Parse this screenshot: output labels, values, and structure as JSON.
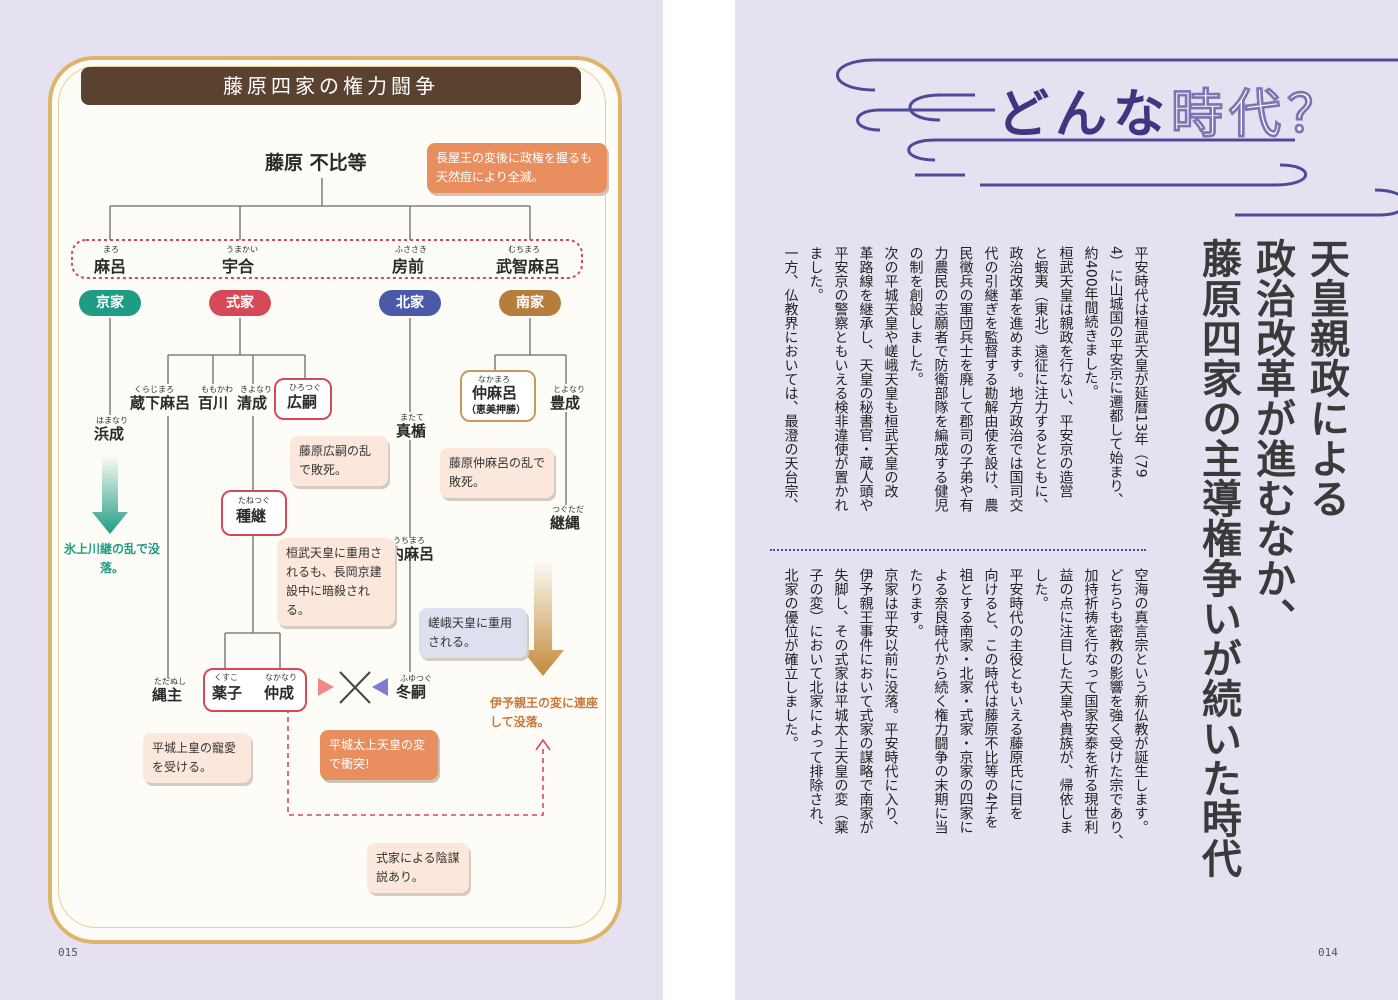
{
  "left": {
    "chart_title": "藤原四家の権力闘争",
    "page_number": "015",
    "patriarch": "藤原 不比等",
    "founders": [
      {
        "name": "麻呂",
        "ruby": "まろ"
      },
      {
        "name": "宇合",
        "ruby": "うまかい"
      },
      {
        "name": "房前",
        "ruby": "ふささき"
      },
      {
        "name": "武智麻呂",
        "ruby": "むちまろ"
      }
    ],
    "houses": [
      "京家",
      "式家",
      "北家",
      "南家"
    ],
    "persons": {
      "hamanari": {
        "name": "浜成",
        "ruby": "はまなり"
      },
      "kurajimaro": {
        "name": "蔵下麻呂",
        "ruby": "くらじまろ"
      },
      "momokawa": {
        "name": "百川",
        "ruby": "ももかわ"
      },
      "kiyonari": {
        "name": "清成",
        "ruby": "きよなり"
      },
      "hirotsugu": {
        "name": "広嗣",
        "ruby": "ひろつぐ"
      },
      "tanetsugu": {
        "name": "種継",
        "ruby": "たねつぐ"
      },
      "tadanushi": {
        "name": "縄主",
        "ruby": "ただぬし"
      },
      "kusuko": {
        "name": "薬子",
        "ruby": "くすこ"
      },
      "nakanari": {
        "name": "仲成",
        "ruby": "なかなり"
      },
      "matate": {
        "name": "真楯",
        "ruby": "またて"
      },
      "uchimaro": {
        "name": "内麻呂",
        "ruby": "うちまろ"
      },
      "fuyutsugu": {
        "name": "冬嗣",
        "ruby": "ふゆつぐ"
      },
      "nakamaro": {
        "name": "仲麻呂",
        "ruby": "なかまろ",
        "alias": "（恵美押勝）"
      },
      "toyonari": {
        "name": "豊成",
        "ruby": "とよなり"
      },
      "tsugutada": {
        "name": "継縄",
        "ruby": "つぐただ"
      }
    },
    "notes": {
      "nagaya": "長屋王の変後に政権を握るも天然痘により全滅。",
      "hirotsugu": "藤原広嗣の乱で敗死。",
      "nakamaro": "藤原仲麻呂の乱で敗死。",
      "hikami": "氷上川継の乱で没落。",
      "tanetsugu": "桓武天皇に重用されるも、長岡京建設中に暗殺される。",
      "saga": "嵯峨天皇に重用される。",
      "iyo": "伊予親王の変に連座して没落。",
      "kusuko": "平城上皇の寵愛を受ける。",
      "heizei": "平城太上天皇の変で衝突!",
      "conspiracy": "式家による陰謀説あり。"
    },
    "colors": {
      "kyo": "#1e9d84",
      "shiki": "#d64a58",
      "hoku": "#4a5aa8",
      "nan": "#b57d3e",
      "frame": "#ddb56a",
      "title_bg": "#5b4130"
    }
  },
  "right": {
    "heading": "どんな時代？",
    "heading_plain": "どんな",
    "heading_accent": "時代？",
    "page_number": "014",
    "title_lines": [
      "天皇親政による",
      "政治改革が進むなか、",
      "藤原四家の主導権争いが続いた時代"
    ],
    "body_top": [
      "平安時代は桓武天皇が延暦13年（79",
      "4）に山城国の平安京に遷都して始まり、",
      "約400年間続きました。",
      "桓武天皇は親政を行ない、平安京の造営",
      "と蝦夷（東北）遠征に注力するとともに、",
      "政治改革を進めます。地方政治では国司交",
      "代の引継ぎを監督する勘解由使を設け、農",
      "民徴兵の軍団兵士を廃して郡司の子弟や有",
      "力農民の志願者で防衛部隊を編成する健児",
      "の制を創設しました。",
      "次の平城天皇や嵯峨天皇も桓武天皇の改",
      "革路線を継承し、天皇の秘書官・蔵人頭や",
      "平安京の警察ともいえる検非違使が置かれ",
      "ました。",
      "一方、仏教界においては、最澄の天台宗、"
    ],
    "body_bottom": [
      "空海の真言宗という新仏教が誕生します。",
      "どちらも密教の影響を強く受けた宗であり、",
      "加持祈祷を行なって国家安泰を祈る現世利",
      "益の点に注目した天皇や貴族が、帰依しま",
      "した。",
      "平安時代の主役ともいえる藤原氏に目を",
      "向けると、この時代は藤原不比等の4子を",
      "祖とする南家・北家・式家・京家の四家に",
      "よる奈良時代から続く権力闘争の末期に当",
      "たります。",
      "京家は平安以前に没落。平安時代に入り、",
      "伊予親王事件において式家の謀略で南家が",
      "失脚し、その式家は平城太上天皇の変（薬",
      "子の変）において北家によって排除され、",
      "北家の優位が確立しました。"
    ],
    "colors": {
      "title_text": "#3b3a3a",
      "heading": "#3f3580",
      "wave": "#4d4a9a"
    }
  }
}
